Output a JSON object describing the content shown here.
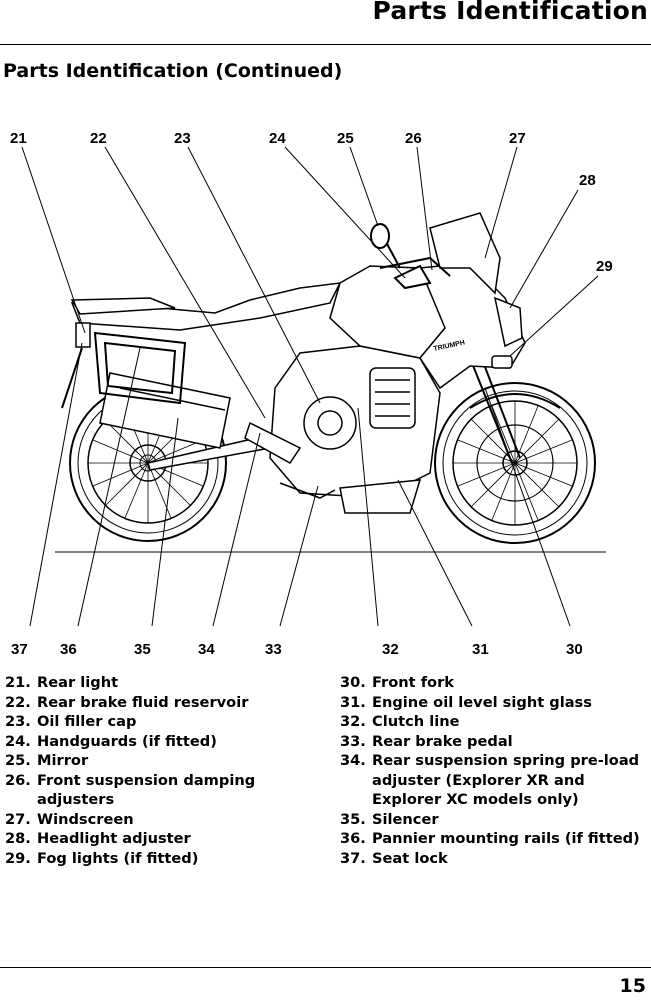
{
  "header": {
    "title": "Parts Identification"
  },
  "section": {
    "title": "Parts Identification (Continued)"
  },
  "diagram": {
    "callouts_top": [
      "21",
      "22",
      "23",
      "24",
      "25",
      "26",
      "27"
    ],
    "callouts_right": [
      "28",
      "29"
    ],
    "callouts_bottom": [
      "37",
      "36",
      "35",
      "34",
      "33",
      "32",
      "31",
      "30"
    ],
    "logo_text": "TRIUMPH"
  },
  "parts_left": [
    {
      "num": "21.",
      "label": "Rear light"
    },
    {
      "num": "22.",
      "label": "Rear brake fluid reservoir"
    },
    {
      "num": "23.",
      "label": "Oil filler cap"
    },
    {
      "num": "24.",
      "label": "Handguards (if fitted)"
    },
    {
      "num": "25.",
      "label": "Mirror"
    },
    {
      "num": "26.",
      "label": "Front suspension damping adjusters"
    },
    {
      "num": "27.",
      "label": "Windscreen"
    },
    {
      "num": "28.",
      "label": "Headlight adjuster"
    },
    {
      "num": "29.",
      "label": "Fog lights (if fitted)"
    }
  ],
  "parts_right": [
    {
      "num": "30.",
      "label": "Front fork"
    },
    {
      "num": "31.",
      "label": "Engine oil level sight glass"
    },
    {
      "num": "32.",
      "label": "Clutch line"
    },
    {
      "num": "33.",
      "label": "Rear brake pedal"
    },
    {
      "num": "34.",
      "label": "Rear suspension spring pre-load adjuster (Explorer XR and Explorer XC models only)"
    },
    {
      "num": "35.",
      "label": "Silencer"
    },
    {
      "num": "36.",
      "label": "Pannier mounting rails (if fitted)"
    },
    {
      "num": "37.",
      "label": "Seat lock"
    }
  ],
  "footer": {
    "page_number": "15"
  }
}
